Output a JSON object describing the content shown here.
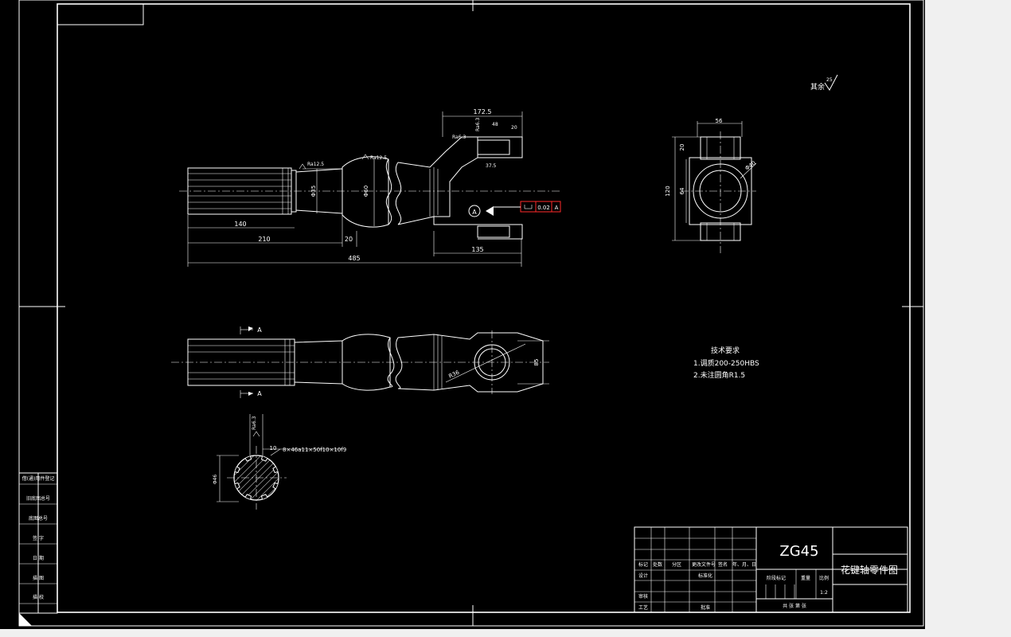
{
  "drawing": {
    "material": "ZG45",
    "part_name": "花键轴零件图",
    "scale": "1:2",
    "other_roughness": "其余",
    "other_roughness_value": "25"
  },
  "tech_requirements": {
    "title": "技术要求",
    "items": [
      "1.调质200-250HBS",
      "2.未注圆角R1.5"
    ]
  },
  "dimensions": {
    "total_length": "485",
    "spline_length": "140",
    "shaft_length": "210",
    "shoulder": "20",
    "yoke_length": "135",
    "yoke_top": "172.5",
    "dia_shaft": "Φ35",
    "dia_neck": "Φ60",
    "roughness_1": "Ra12.5",
    "roughness_2": "Ra12.5",
    "roughness_3": "Ra6.3",
    "roughness_4": "Ra6.3",
    "side_width": "56",
    "side_height": "120",
    "side_64": "64",
    "side_20": "20",
    "side_radius": "Φ40",
    "front_width": "85",
    "front_radius": "R36",
    "section_width": "10",
    "section_dia": "Φ46",
    "section_ra": "Ra6.3",
    "spline_spec": "8×46a11×50f10×10f9",
    "view_label": "A",
    "datum": "A",
    "tolerance_value": "0.02",
    "small_1": "48",
    "small_2": "20",
    "small_3": "37.5"
  },
  "title_block": {
    "row_labels": [
      "标记",
      "处数",
      "分区",
      "更改文件号",
      "签名",
      "年、月、日"
    ],
    "design": "设计",
    "standard": "标准化",
    "review": "审核",
    "process": "工艺",
    "approve": "批准",
    "stage": "阶段标记",
    "weight": "重量",
    "ratio": "比例",
    "sheets": "共 张 第 张"
  },
  "side_block": [
    "借(通)用件登记",
    "旧底图总号",
    "底图总号",
    "签 字",
    "日 期",
    "描 图",
    "描 校"
  ]
}
